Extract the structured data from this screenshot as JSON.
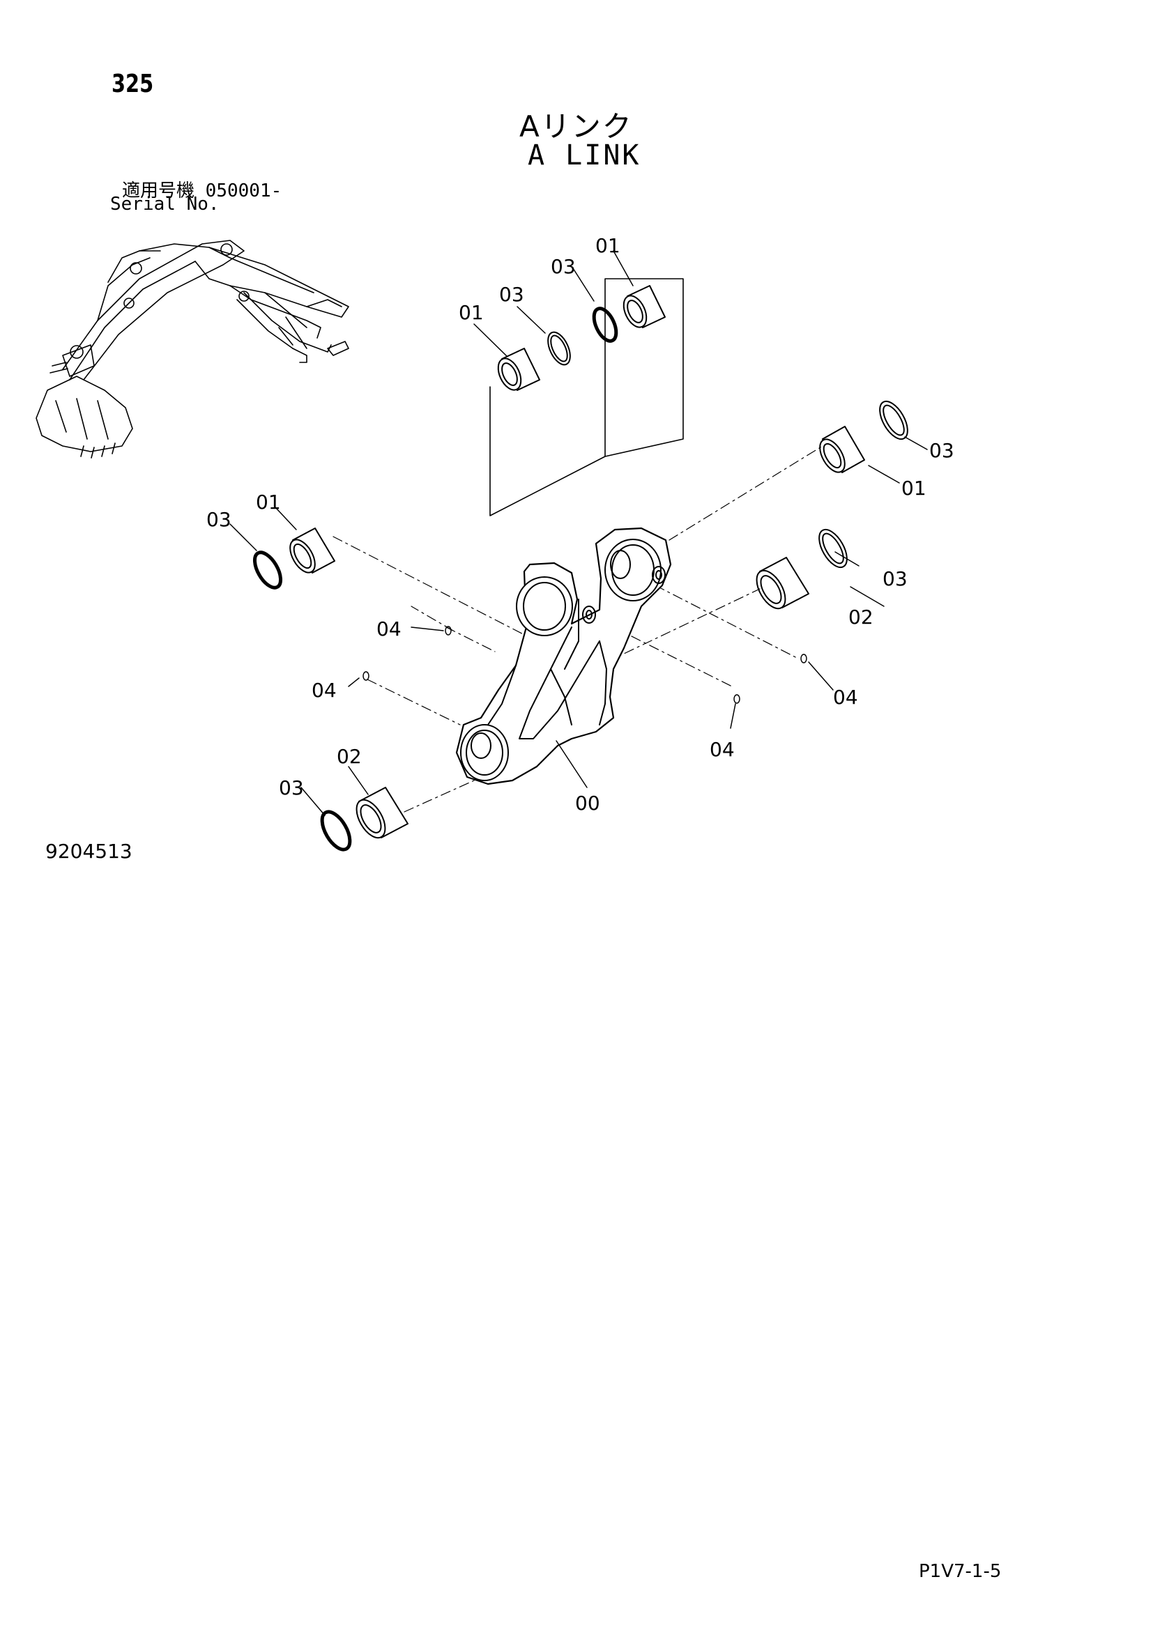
{
  "page_number": "325",
  "title_ja": "Aリンク",
  "title_en": "A LINK",
  "serial": {
    "label_ja": "適用号機",
    "value": "050001-",
    "label_en": "Serial No."
  },
  "figure_number": "9204513",
  "page_code": "P1V7-1-5",
  "callouts": {
    "top_01a": "01",
    "top_03a": "03",
    "top_03b": "03",
    "top_01b": "01",
    "right_03": "03",
    "right_01": "01",
    "left_03": "03",
    "left_01": "01",
    "mid_03": "03",
    "mid_02": "02",
    "left_04a": "04",
    "left_04b": "04",
    "right_04": "04",
    "mid_04": "04",
    "bottom_02": "02",
    "bottom_03": "03",
    "part_00": "00"
  }
}
